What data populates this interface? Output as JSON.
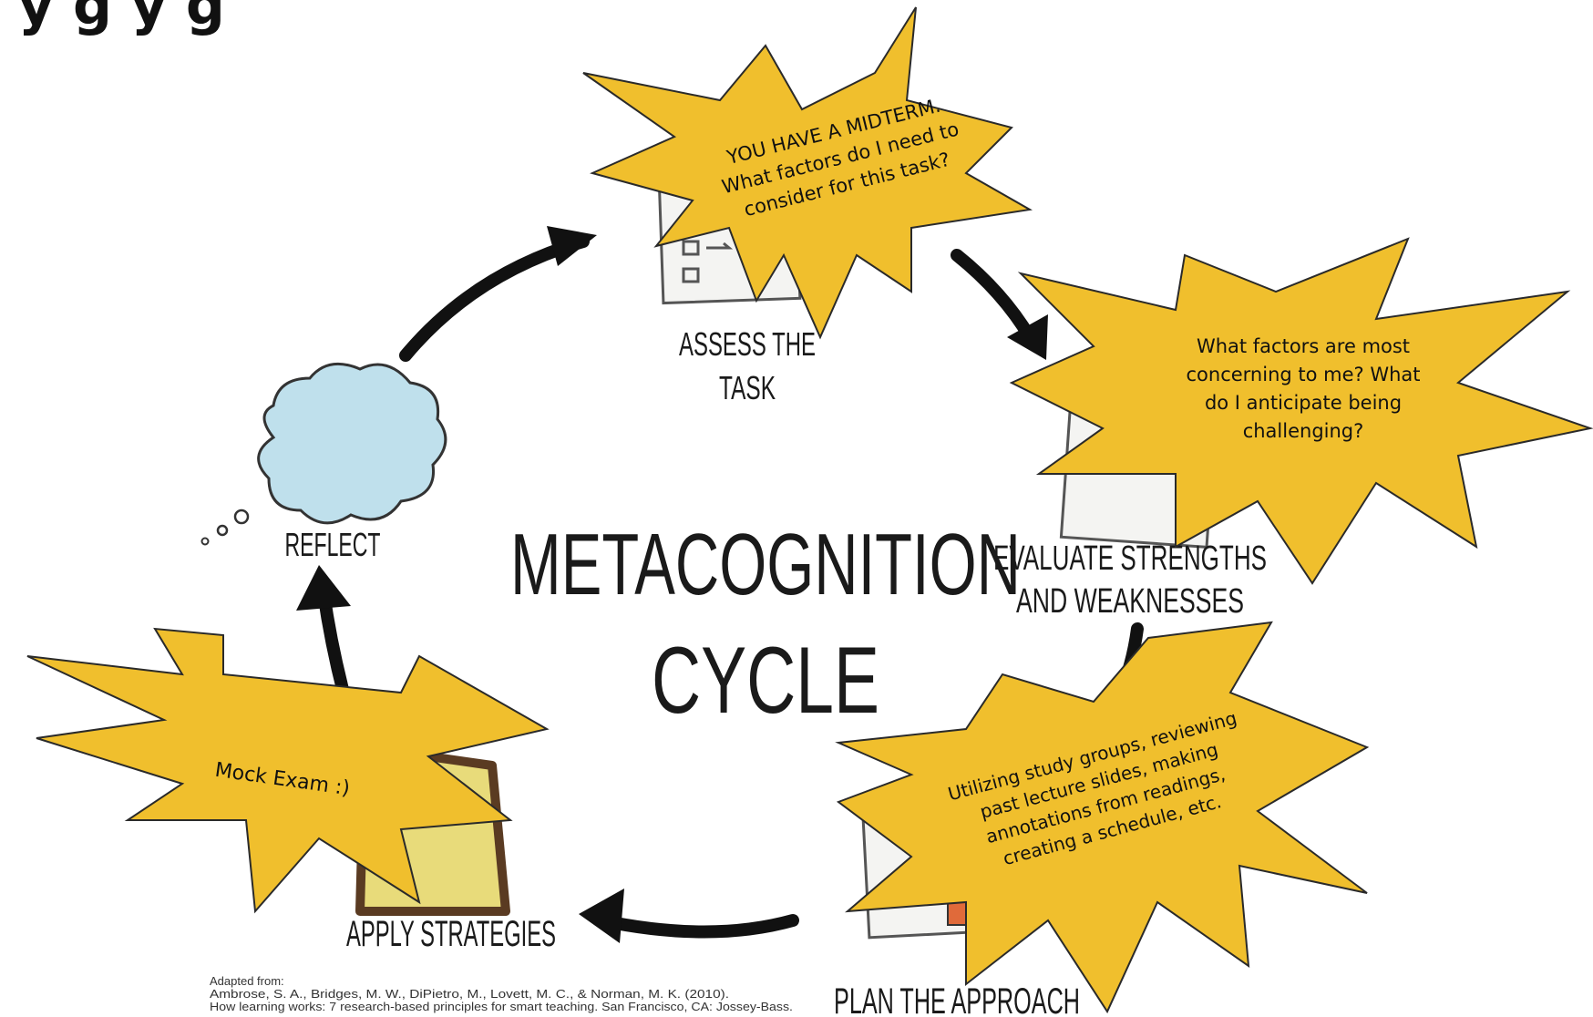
{
  "header": {
    "title_partial": "y                        g y          g"
  },
  "diagram": {
    "center_title": [
      "METACOGNITION",
      "CYCLE"
    ],
    "stages": {
      "assess": [
        "ASSESS THE",
        "TASK"
      ],
      "evaluate": [
        "EVALUATE STRENGTHS",
        "AND WEAKNESSES"
      ],
      "plan": "PLAN THE APPROACH",
      "apply": "APPLY STRATEGIES",
      "reflect": "REFLECT"
    },
    "citation": [
      "Adapted from:",
      "Ambrose, S. A., Bridges, M. W., DiPietro, M., Lovett, M. C., & Norman, M. K. (2010).",
      "How learning works: 7 research-based principles for smart teaching. San Francisco, CA: Jossey-Bass."
    ]
  },
  "callouts": {
    "assess": [
      "YOU HAVE A MIDTERM.",
      "What factors do I need to",
      "consider for this task?"
    ],
    "evaluate": [
      "What factors are most",
      "concerning to me? What",
      "do I anticipate being",
      "challenging?"
    ],
    "plan": [
      "Utilizing study groups, reviewing",
      "past lecture slides, making",
      "annotations from readings,",
      "creating a schedule, etc."
    ],
    "apply": [
      "Mock Exam :)"
    ]
  },
  "colors": {
    "burst_fill": "#f0bf2d",
    "cloud_fill": "#bfe0ec",
    "arrow": "#111111"
  }
}
